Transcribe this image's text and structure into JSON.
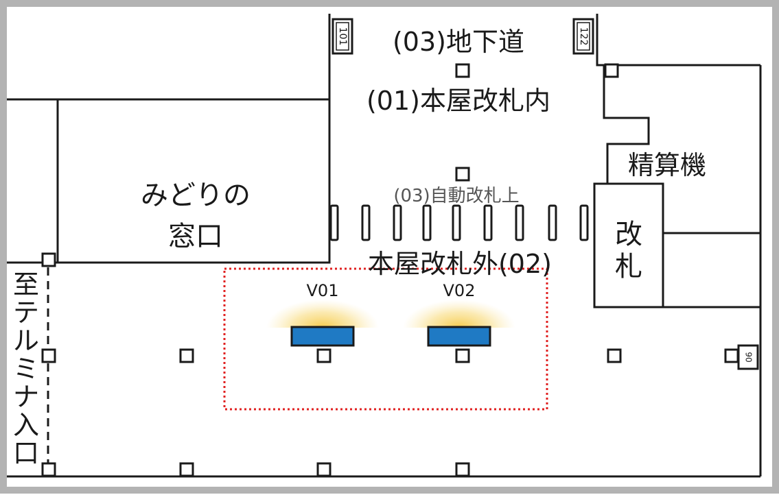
{
  "frame_color": "#b3b3b3",
  "line_color": "#1a1a1a",
  "labels": {
    "underpass": "(03)地下道",
    "inside_gate": "(01)本屋改札内",
    "fare_adjust": "精算機",
    "midori_line1": "みどりの",
    "midori_line2": "窓口",
    "auto_gate": "(03)自動改札上",
    "outside_gate": "本屋改札外(02)",
    "gate_char1": "改",
    "gate_char2": "札",
    "terminal_entrance": "至テルミナ入口"
  },
  "exit_signs": {
    "left": "101",
    "right": "122",
    "far_right": "90"
  },
  "devices": [
    {
      "id": "V01",
      "color": "#1f7ac4",
      "glow": "#f5c842"
    },
    {
      "id": "V02",
      "color": "#1f7ac4",
      "glow": "#f5c842"
    }
  ],
  "zone_highlight_color": "#e02020"
}
